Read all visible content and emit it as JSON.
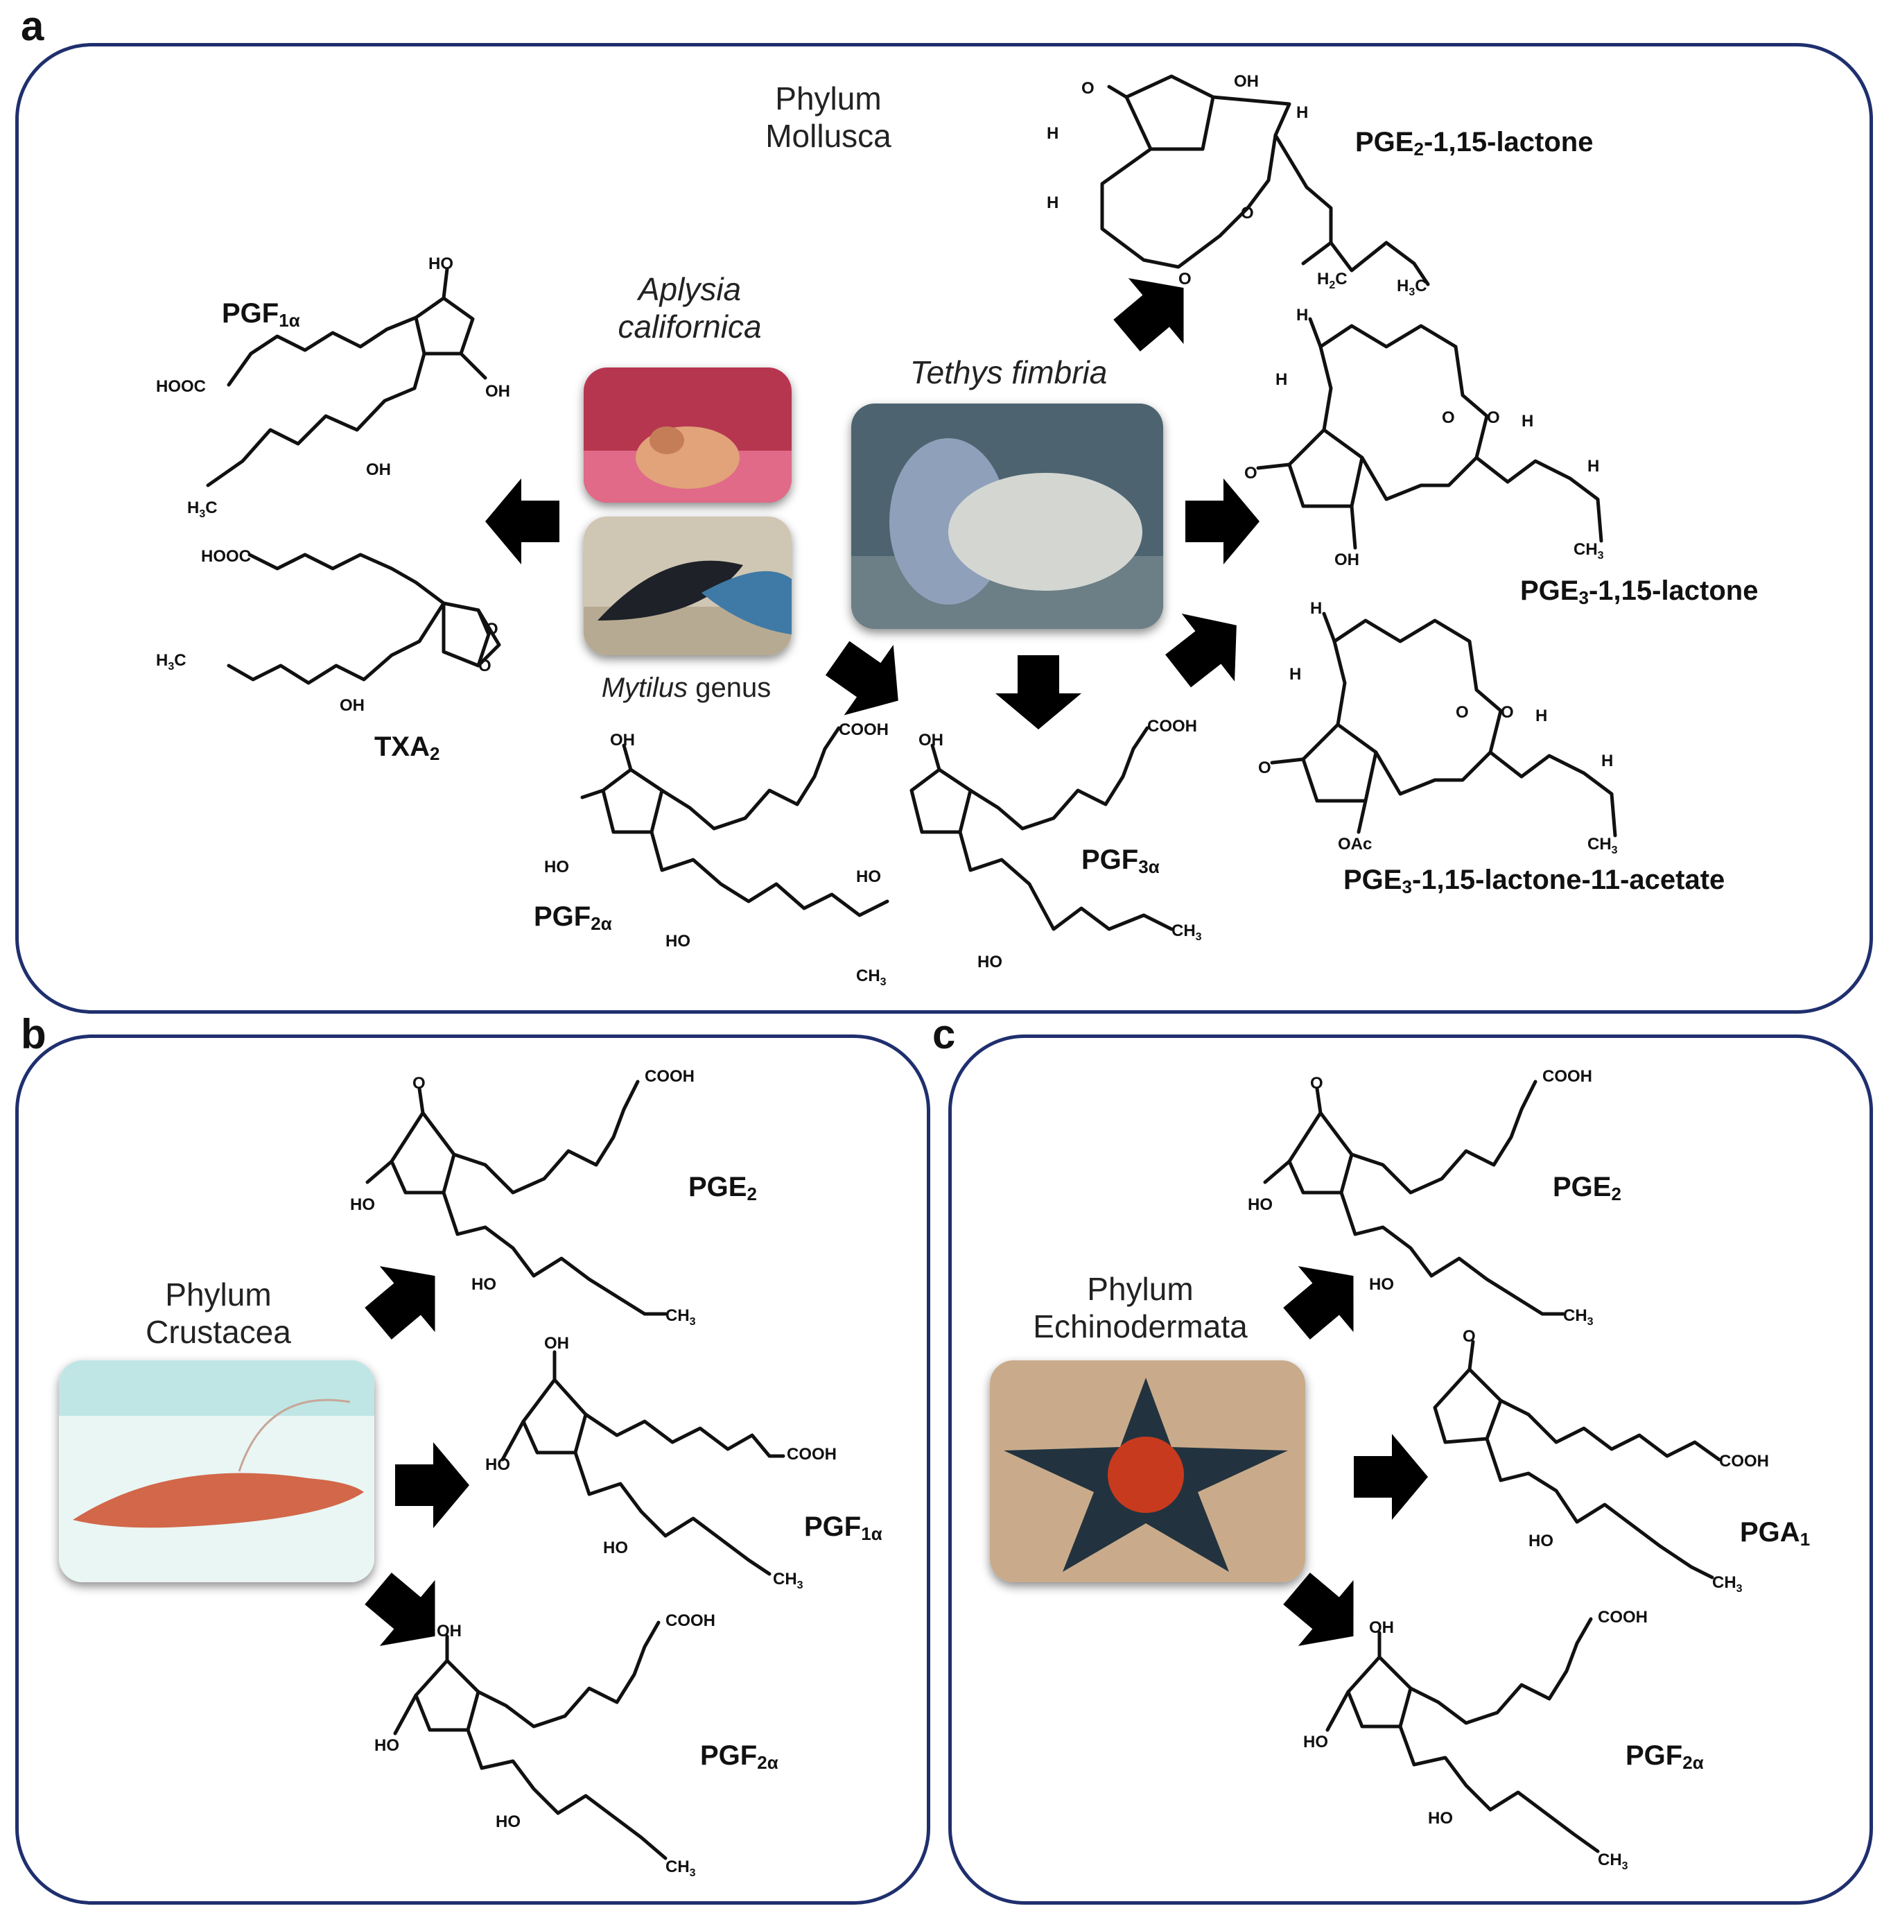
{
  "panels": {
    "a": {
      "letter": "a",
      "phylum_line1": "Phylum",
      "phylum_line2": "Mollusca",
      "species_aplysia_line1": "Aplysia",
      "species_aplysia_line2": "californica",
      "species_tethys": "Tethys fimbria",
      "species_mytilus_italic": "Mytilus",
      "species_mytilus_rest": " genus",
      "compounds": {
        "pgf1a_base": "PGF",
        "pgf1a_sub": "1α",
        "txa2_base": "TXA",
        "txa2_sub": "2",
        "pgf2a_base": "PGF",
        "pgf2a_sub": "2α",
        "pgf3a_base": "PGF",
        "pgf3a_sub": "3α",
        "pge2_lactone_base": "PGE",
        "pge2_lactone_sub": "2",
        "pge2_lactone_rest": "-1,15-lactone",
        "pge3_lactone_base": "PGE",
        "pge3_lactone_sub": "3",
        "pge3_lactone_rest": "-1,15-lactone",
        "pge3_acetate_base": "PGE",
        "pge3_acetate_sub": "3",
        "pge3_acetate_rest": "-1,15-lactone-11-acetate"
      }
    },
    "b": {
      "letter": "b",
      "phylum_line1": "Phylum",
      "phylum_line2": "Crustacea",
      "compounds": {
        "pge2_base": "PGE",
        "pge2_sub": "2",
        "pgf1a_base": "PGF",
        "pgf1a_sub": "1α",
        "pgf2a_base": "PGF",
        "pgf2a_sub": "2α"
      }
    },
    "c": {
      "letter": "c",
      "phylum_line1": "Phylum",
      "phylum_line2": "Echinodermata",
      "compounds": {
        "pge2_base": "PGE",
        "pge2_sub": "2",
        "pga1_base": "PGA",
        "pga1_sub": "1",
        "pgf2a_base": "PGF",
        "pgf2a_sub": "2α"
      }
    }
  },
  "atom_labels": {
    "oh": "OH",
    "ho": "HO",
    "cooh": "COOH",
    "hooc": "HOOC",
    "ch3": "CH",
    "h3c": "H",
    "o": "O",
    "h": "H",
    "oac": "OAc"
  },
  "colors": {
    "panel_border": "#1f2f6e",
    "arrow_fill": "#a9b6df"
  }
}
